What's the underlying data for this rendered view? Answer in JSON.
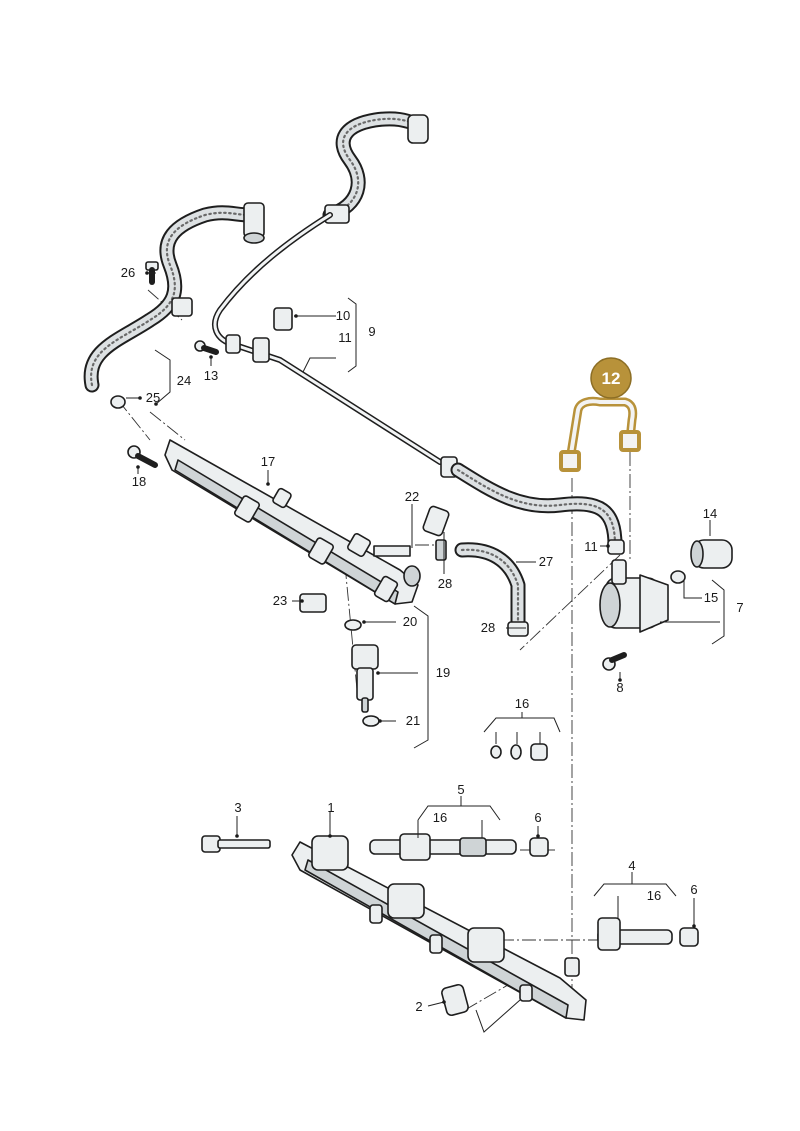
{
  "highlight": {
    "part_number": "12",
    "color": "#b8923a"
  },
  "labels": {
    "l1": "1",
    "l2": "2",
    "l3": "3",
    "l4": "4",
    "l5": "5",
    "l6a": "6",
    "l6b": "6",
    "l7": "7",
    "l8": "8",
    "l9": "9",
    "l10": "10",
    "l11a": "11",
    "l11b": "11",
    "l13": "13",
    "l14": "14",
    "l15": "15",
    "l16a": "16",
    "l16b": "16",
    "l16c": "16",
    "l17": "17",
    "l18": "18",
    "l19": "19",
    "l20": "20",
    "l21": "21",
    "l22": "22",
    "l23": "23",
    "l24": "24",
    "l25": "25",
    "l26": "26",
    "l27": "27",
    "l28a": "28",
    "l28b": "28"
  }
}
